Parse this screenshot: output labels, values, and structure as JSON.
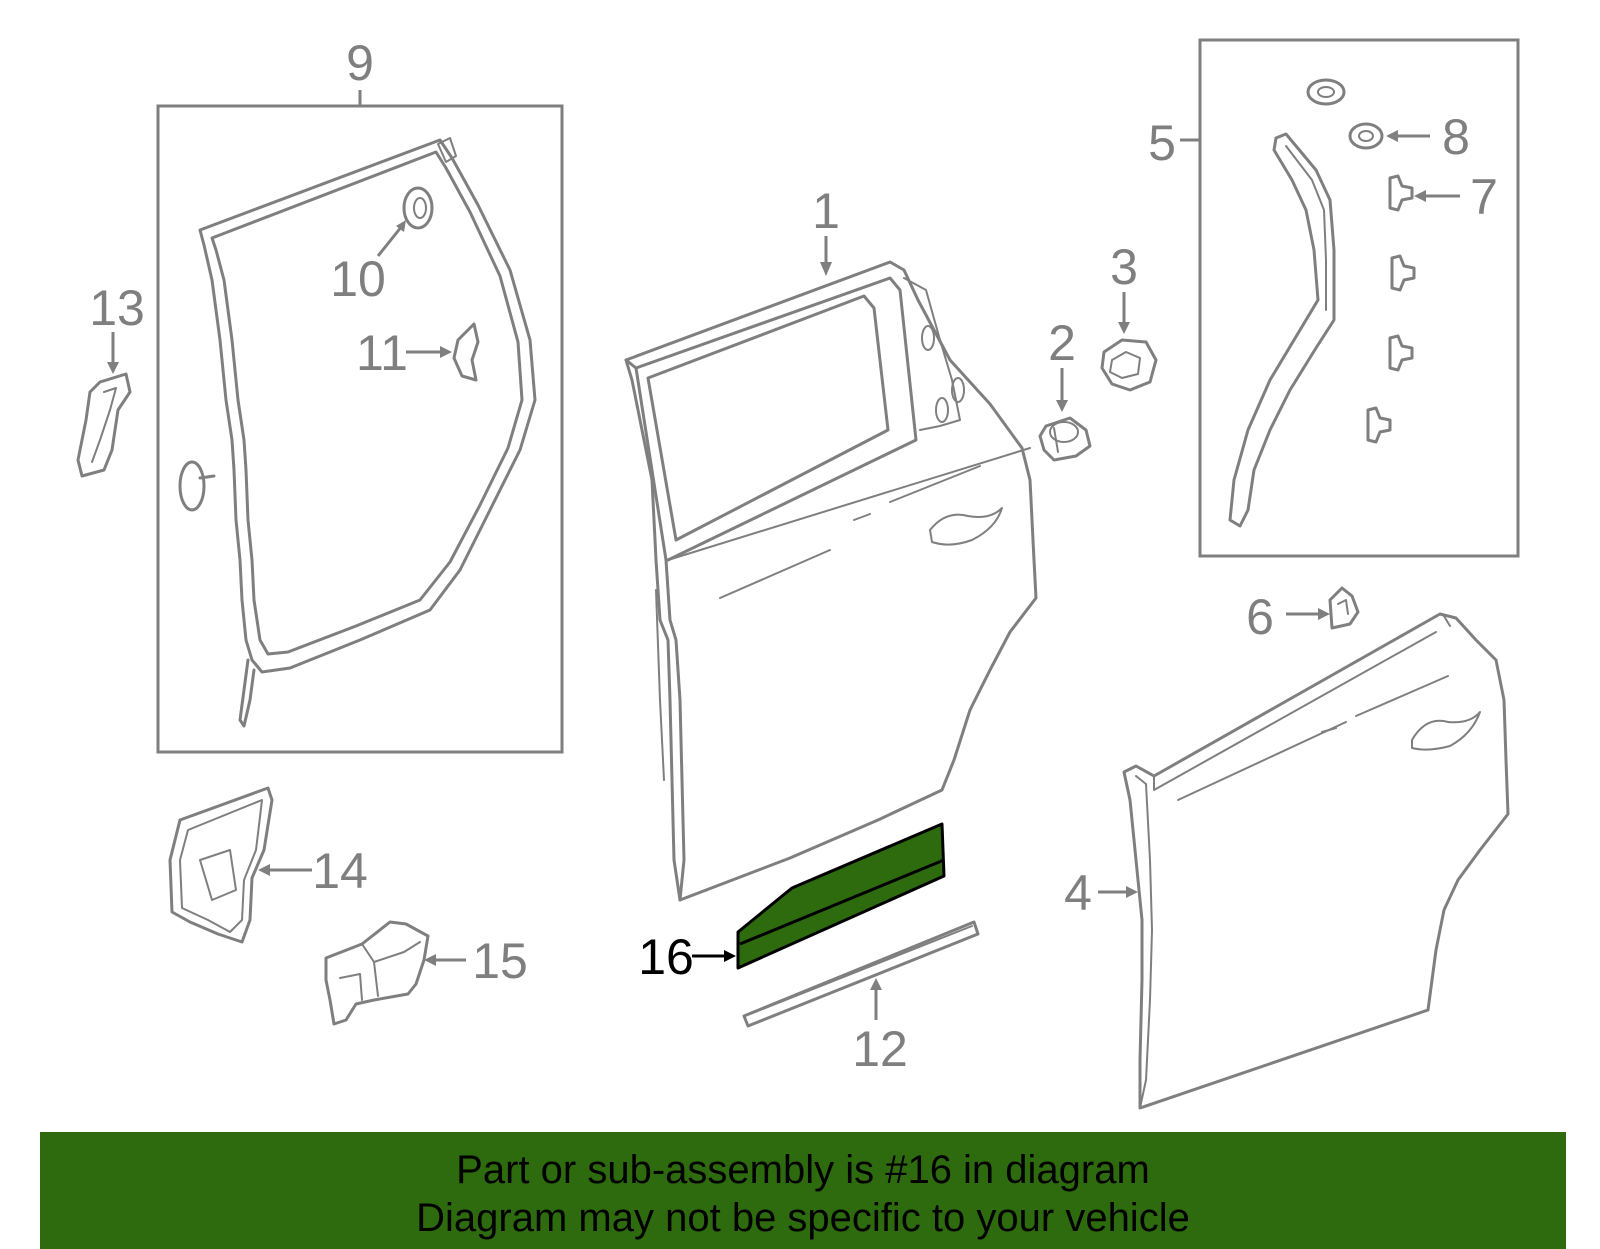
{
  "diagram": {
    "highlight_color": "#2e6b0f",
    "line_color": "#7f7f7f",
    "labels": {
      "p1": "1",
      "p2": "2",
      "p3": "3",
      "p4": "4",
      "p5": "5",
      "p6": "6",
      "p7": "7",
      "p8": "8",
      "p9": "9",
      "p10": "10",
      "p11": "11",
      "p12": "12",
      "p13": "13",
      "p14": "14",
      "p15": "15",
      "p16": "16"
    },
    "highlighted_part": "16"
  },
  "caption": {
    "line1": "Part or sub-assembly is #16 in diagram",
    "line2": "Diagram may not be specific to your vehicle",
    "background": "#2e6b0f"
  }
}
